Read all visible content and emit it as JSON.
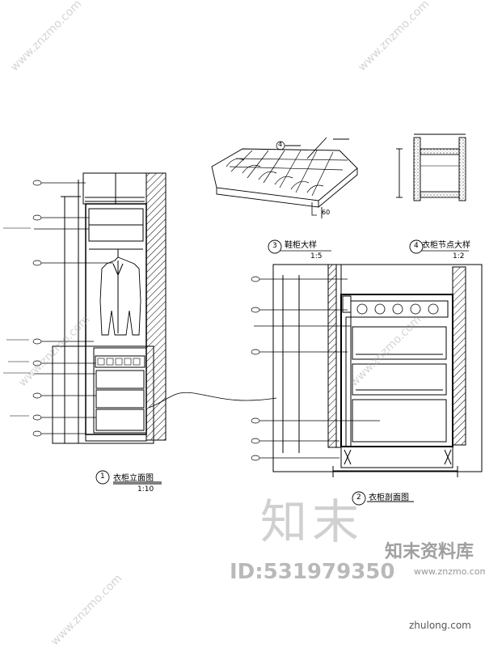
{
  "views": {
    "v1": {
      "number": "1",
      "title": "衣柜立面图",
      "scale": "1:10"
    },
    "v2": {
      "number": "2",
      "title": "衣柜剖面图"
    },
    "v3": {
      "number": "3",
      "title": "鞋柜大样",
      "scale": "1:5"
    },
    "v4": {
      "number": "4",
      "title": "衣柜节点大样",
      "scale": "1:2"
    }
  },
  "callouts": {
    "c4": "4",
    "dim60": "60"
  },
  "watermarks": {
    "big": "知末",
    "id": "ID:531979350",
    "brand": "知末资料库",
    "url": "www.znzmo.com",
    "footer": "zhulong.com",
    "diag": "www.znzmo.com"
  }
}
